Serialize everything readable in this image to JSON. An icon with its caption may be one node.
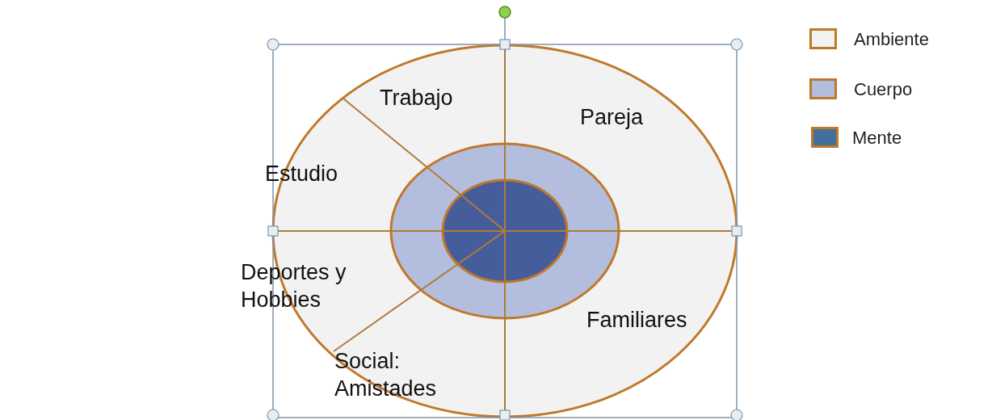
{
  "diagram": {
    "labels": [
      "Trabajo",
      "Pareja",
      "Estudio",
      "Deportes y Hobbies",
      "Social: Amistades",
      "Familiares"
    ],
    "legend": [
      {
        "text": "Ambiente",
        "color": "#f2f2f2"
      },
      {
        "text": "Cuerpo",
        "color": "#b3bedf"
      },
      {
        "text": "Mente",
        "color": "#41709a"
      }
    ]
  }
}
